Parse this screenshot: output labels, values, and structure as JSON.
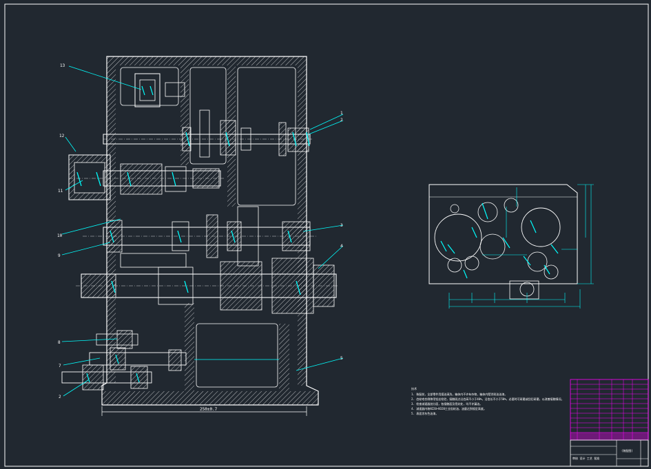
{
  "callouts": [
    {
      "id": "13",
      "text": "13"
    },
    {
      "id": "12",
      "text": "12"
    },
    {
      "id": "11",
      "text": "11"
    },
    {
      "id": "10",
      "text": "10"
    },
    {
      "id": "9",
      "text": "9"
    },
    {
      "id": "8",
      "text": "8"
    },
    {
      "id": "7",
      "text": "7"
    },
    {
      "id": "2a",
      "text": "2"
    },
    {
      "id": "1",
      "text": "1"
    },
    {
      "id": "2",
      "text": "2"
    },
    {
      "id": "3",
      "text": "3"
    },
    {
      "id": "4",
      "text": "4"
    },
    {
      "id": "5",
      "text": "5"
    }
  ],
  "dimension_text": "250±0.7",
  "notes": {
    "heading": "技术",
    "lines": [
      "1. 装配前，全部零件用煤油清洗，箱体内不许有杂物，箱体内壁涂耐油油漆。",
      "2. 齿轮啮合侧隙用铅丝检验，接触斑点沿齿高不小于40%，沿齿长不小于50%，必要时可研磨或刮后研磨，以改善接触情况。",
      "3. 检查减速器剖分面，各接触面及密封处，均不许漏油。",
      "4. 减速器内装N220~N320工业齿轮油，油量达到规定高度。",
      "5. 表面涂灰色油漆。"
    ]
  },
  "title_block": {
    "drawing_name": "(装配图)",
    "bottom_label": "审核 设计 工艺 批准"
  },
  "colors": {
    "background": "#212830",
    "outline": "#ffffff",
    "dimension": "#00ffff",
    "table": "#ff00ff"
  }
}
